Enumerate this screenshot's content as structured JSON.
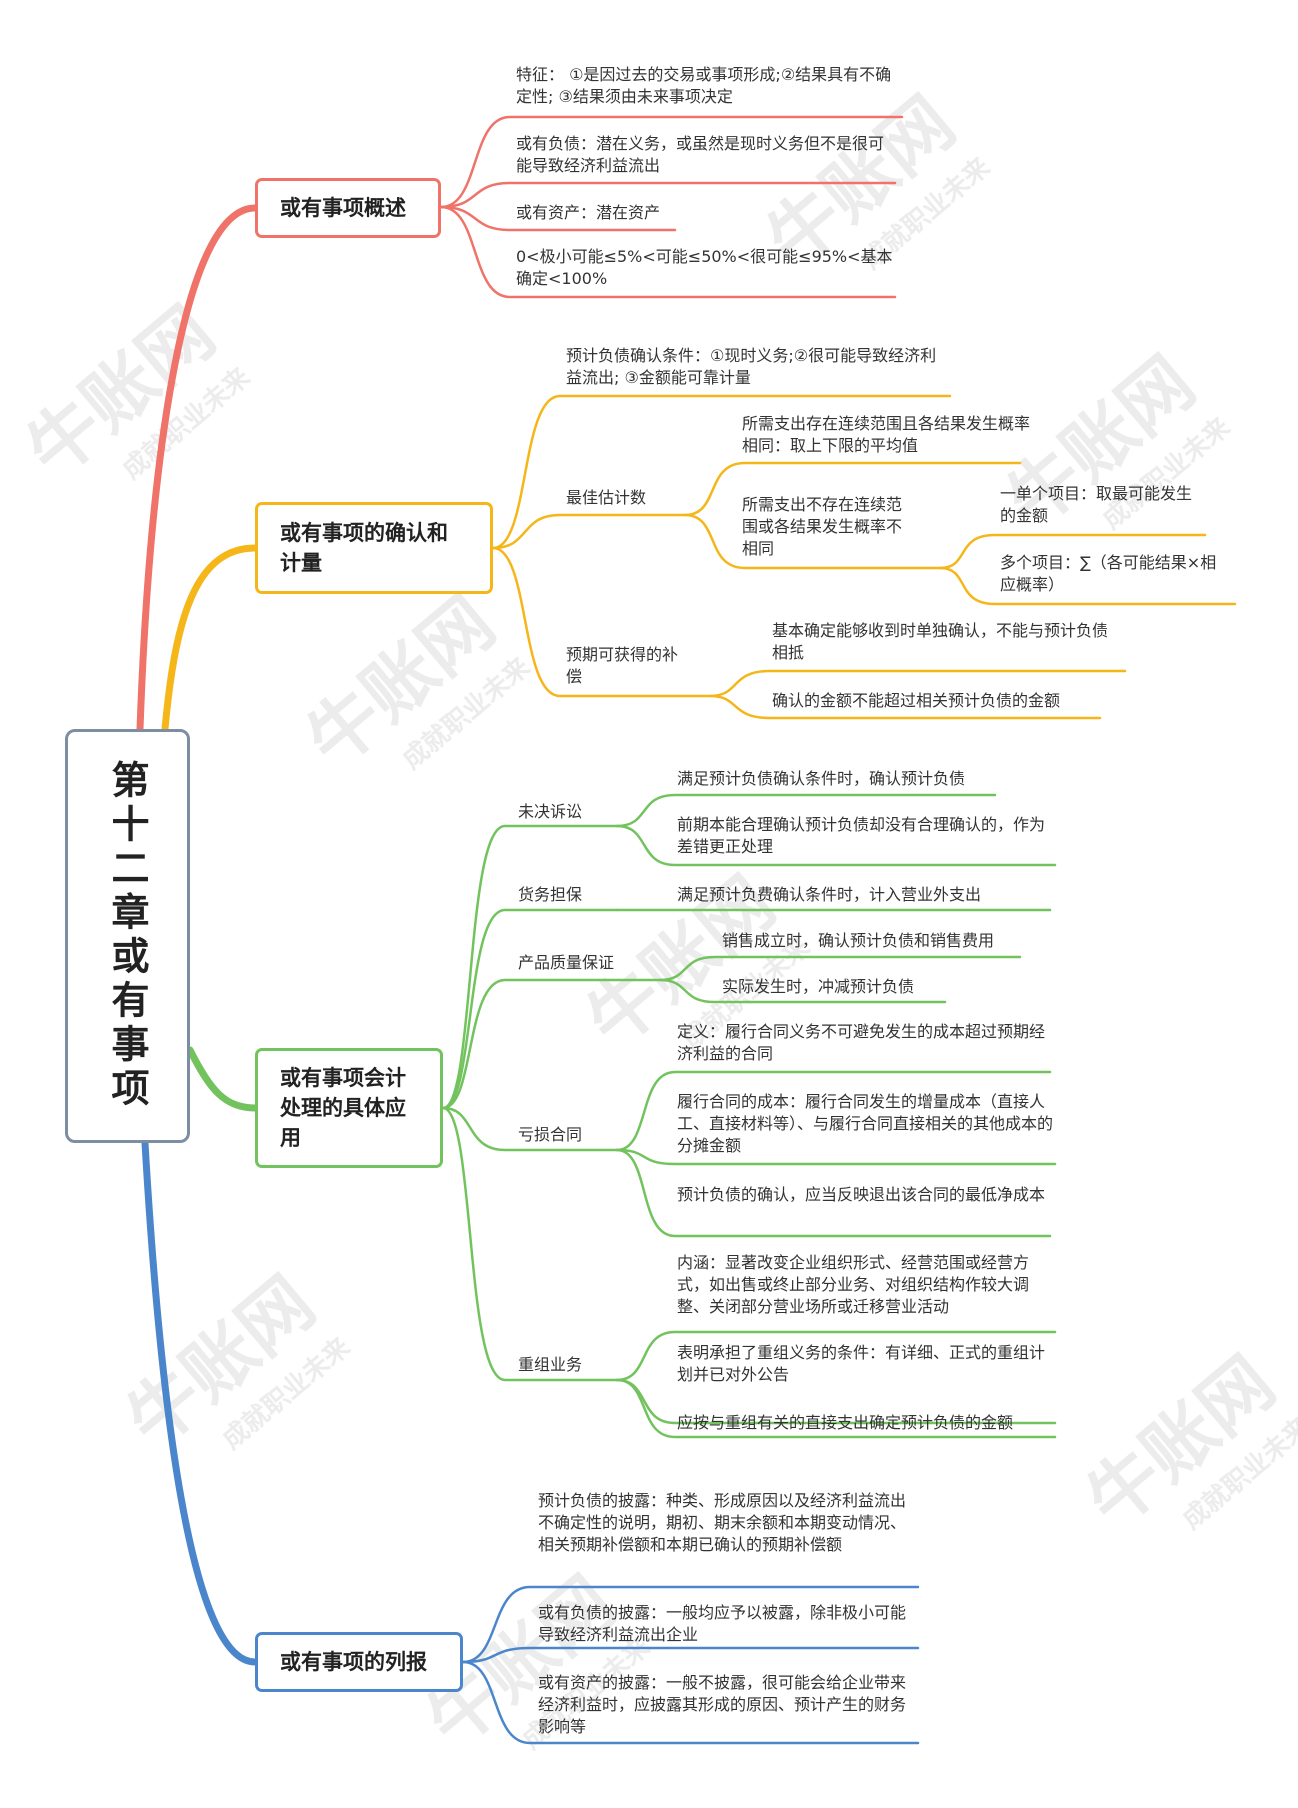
{
  "root": {
    "title": "第十二章或有事项",
    "color": "#7d8ea3"
  },
  "watermark": {
    "brand": "牛账网",
    "slogan": "成就职业未来"
  },
  "colors": {
    "overview": "#f0736a",
    "recognition": "#f5b61a",
    "application": "#72c35e",
    "presentation": "#4b86cc"
  },
  "branches": {
    "overview": {
      "title": "或有事项概述",
      "items": [
        "特征： ①是因过去的交易或事项形成;②结果具有不确定性; ③结果须由未来事项决定",
        "或有负债：潜在义务，或虽然是现时义务但不是很可能导致经济利益流出",
        "或有资产：潜在资产",
        "0<极小可能≤5%<可能≤50%<很可能≤95%<基本确定<100%"
      ]
    },
    "recognition": {
      "title": "或有事项的确认和计量",
      "conditions": "预计负债确认条件：①现时义务;②很可能导致经济利益流出; ③金额能可靠计量",
      "best": {
        "label": "最佳估计数",
        "continuous": "所需支出存在连续范围且各结果发生概率相同：取上下限的平均值",
        "noncontinuous": {
          "label": "所需支出不存在连续范围或各结果发生概率不相同",
          "single": "一单个项目：取最可能发生的金额",
          "multiple": "多个项目：∑（各可能结果×相应概率）"
        }
      },
      "compensation": {
        "label": "预期可获得的补偿",
        "items": [
          "基本确定能够收到时单独确认，不能与预计负债相抵",
          "确认的金额不能超过相关预计负债的金额"
        ]
      }
    },
    "application": {
      "title": "或有事项会计处理的具体应用",
      "litigation": {
        "label": "未决诉讼",
        "items": [
          "满足预计负债确认条件时，确认预计负债",
          "前期本能合理确认预计负债却没有合理确认的，作为差错更正处理"
        ]
      },
      "guarantee": {
        "label": "货务担保",
        "items": [
          "满足预计负费确认条件时，计入营业外支出"
        ]
      },
      "warranty": {
        "label": "产品质量保证",
        "items": [
          "销售成立时，确认预计负债和销售费用",
          "实际发生时，冲减预计负债"
        ]
      },
      "onerous": {
        "label": "亏损合同",
        "items": [
          "定义：履行合同义务不可避免发生的成本超过预期经济利益的合同",
          "履行合同的成本：履行合同发生的增量成本（直接人工、直接材料等）、与履行合同直接相关的其他成本的分摊金额",
          "预计负债的确认，应当反映退出该合同的最低净成本"
        ]
      },
      "restructuring": {
        "label": "重组业务",
        "items": [
          "内涵：显著改变企业组织形式、经营范围或经营方式，如出售或终止部分业务、对组织结构作较大调整、关闭部分营业场所或迁移营业活动",
          "表明承担了重组义务的条件：有详细、正式的重组计划并已对外公告",
          "应按与重组有关的直接支出确定预计负债的金额"
        ]
      }
    },
    "presentation": {
      "title": "或有事项的列报",
      "items": [
        "预计负债的披露：种类、形成原因以及经济利益流出不确定性的说明，期初、期末余额和本期变动情况、相关预期补偿额和本期已确认的预期补偿额",
        "或有负债的披露：一般均应予以被露，除非极小可能导致经济利益流出企业",
        "或有资产的披露：一般不披露，很可能会给企业带来经济利益时，应披露其形成的原因、预计产生的财务影响等"
      ]
    }
  }
}
